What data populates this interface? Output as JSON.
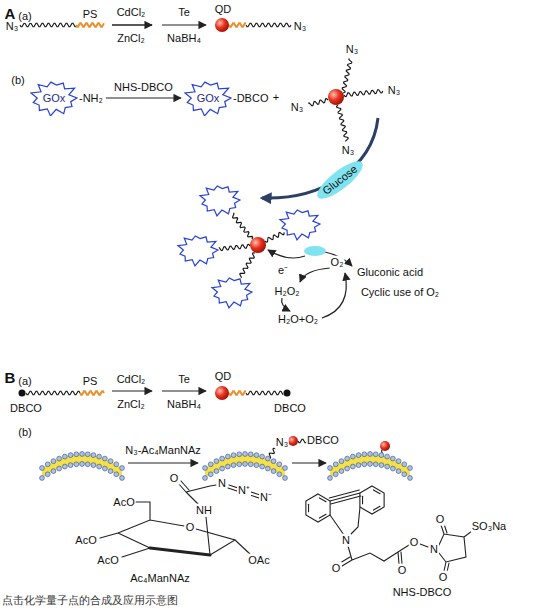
{
  "diagram": {
    "caption": "点击化学量子点的合成及应用示意图",
    "nodes": [
      {
        "text": [
          "GOx",
          "-NH₂"
        ]
      },
      {
        "text": [
          "GOx",
          "-DBCO"
        ]
      }
    ],
    "edges": [
      {
        "from": 0,
        "to": 1,
        "arrow": "to",
        "label": "NHS-DBCO"
      }
    ],
    "labels": [
      "A",
      "(a)",
      "N₃",
      "PS",
      "CdCl₂",
      "ZnCl₂",
      "Te",
      "NaBH₄",
      "QD",
      "N₃",
      "(b)",
      "+",
      "N₃",
      "N₃",
      "N₃",
      "N₃",
      "Glucose",
      "e⁻",
      "O₂",
      "Gluconic acid",
      "H₂O₂",
      "Cyclic use of O₂",
      "H₂O+O₂",
      "B",
      "(a)",
      "PS",
      "CdCl₂",
      "ZnCl₂",
      "Te",
      "NaBH₄",
      "QD",
      "DBCO",
      "DBCO",
      "(b)",
      "N₃-Ac₄ManNAz",
      "N₃",
      "DBCO",
      "AcO",
      "AcO",
      "AcO",
      "NH",
      "O",
      "N",
      "N⁺",
      "N⁻",
      "O",
      "OAc",
      "Ac₄ManNAz",
      "N",
      "O",
      "O",
      "O",
      "N",
      "O",
      "O",
      "SO₃Na",
      "NHS-DBCO"
    ]
  }
}
